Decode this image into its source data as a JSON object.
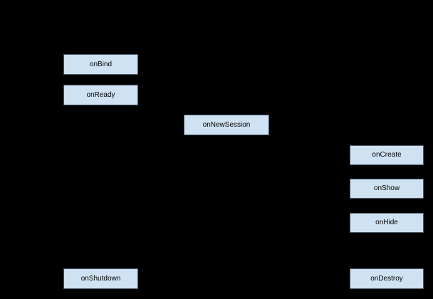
{
  "diagram": {
    "type": "lifecycle-flow-diagram",
    "background_color": "#000000",
    "node_fill_color": "#cfe2f3",
    "node_border_color": "#4a5a68",
    "node_text_color": "#000000",
    "nodes": [
      {
        "id": "onBind",
        "label": "onBind"
      },
      {
        "id": "onReady",
        "label": "onReady"
      },
      {
        "id": "onNewSession",
        "label": "onNewSession"
      },
      {
        "id": "onCreate",
        "label": "onCreate"
      },
      {
        "id": "onShow",
        "label": "onShow"
      },
      {
        "id": "onHide",
        "label": "onHide"
      },
      {
        "id": "onShutdown",
        "label": "onShutdown"
      },
      {
        "id": "onDestroy",
        "label": "onDestroy"
      }
    ]
  }
}
